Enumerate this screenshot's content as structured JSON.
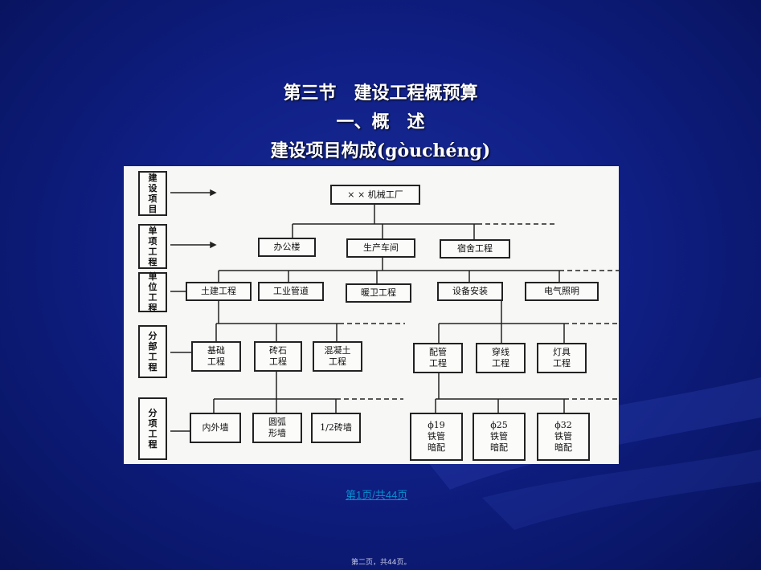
{
  "slide": {
    "title_line1": "第三节　建设工程概预算",
    "title_line2": "一、概　述",
    "title_line3": "建设项目构成(gòuchéng)",
    "page_link": "第1页/共44页",
    "footer": "第二页，共44页。"
  },
  "diagram": {
    "categories": [
      {
        "label": "建\n设\n项\n目"
      },
      {
        "label": "单\n项\n工\n程"
      },
      {
        "label": "单\n位\n工\n程"
      },
      {
        "label": "分\n部\n工\n程"
      },
      {
        "label": "分\n项\n工\n程"
      }
    ],
    "root": "× × 机械工厂",
    "single_items": [
      "办公楼",
      "生产车间",
      "宿舍工程"
    ],
    "unit_items": [
      "土建工程",
      "工业管道",
      "暖卫工程",
      "设备安装",
      "电气照明"
    ],
    "division_items": [
      "基础\n工程",
      "砖石\n工程",
      "混凝土\n工程",
      "配管\n工程",
      "穿线\n工程",
      "灯具\n工程"
    ],
    "subitem_items": [
      "内外墙",
      "圆弧\n形墙",
      "1/2砖墙",
      "ϕ19\n铁管\n暗配",
      "ϕ25\n铁管\n暗配",
      "ϕ32\n铁管\n暗配"
    ]
  }
}
